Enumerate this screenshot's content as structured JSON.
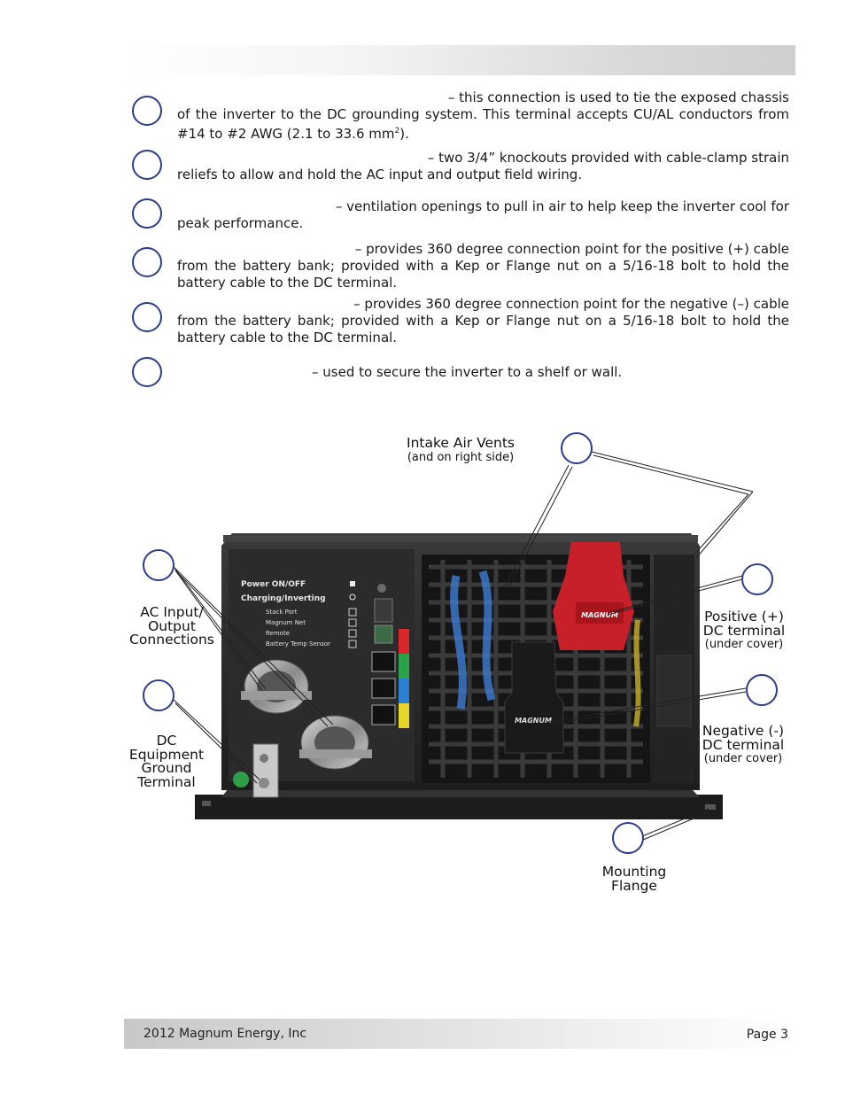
{
  "header": {
    "bar_color": "#d9d9d9"
  },
  "descriptions": [
    {
      "lead": "– this connection is used to tie the exposed chassis",
      "rest": "of the inverter to the DC grounding system. This terminal accepts CU/AL conductors from #14 to #2 AWG (2.1 to 33.6 mm",
      "sup": "2",
      "tail": ")."
    },
    {
      "lead": "– two 3/4” knockouts provided with cable-clamp strain",
      "rest": "reliefs to allow and hold the AC input and output field wiring."
    },
    {
      "lead": "– ventilation openings to pull in air to help keep the inverter cool for",
      "rest": "peak performance."
    },
    {
      "lead": "– provides 360 degree connection point for the positive (+) cable",
      "rest": "from the battery bank; provided with a Kep or Flange nut on a 5/16-18 bolt to hold the battery cable to the DC terminal."
    },
    {
      "lead": "– provides 360 degree connection point for the negative (–) cable",
      "rest": "from the battery bank; provided with a Kep or Flange nut on a 5/16-18 bolt to hold the battery cable to the DC terminal."
    },
    {
      "lead": "– used to secure the inverter to a shelf or wall.",
      "rest": ""
    }
  ],
  "figure_labels": {
    "intake": {
      "title": "Intake Air Vents",
      "sub": "(and on right side)"
    },
    "ac": {
      "line1": "AC Input/",
      "line2": "Output",
      "line3": "Connections"
    },
    "dc_ground": {
      "line1": "DC",
      "line2": "Equipment",
      "line3": "Ground",
      "line4": "Terminal"
    },
    "positive": {
      "line1": "Positive (+)",
      "line2": "DC terminal",
      "sub": "(under cover)"
    },
    "negative": {
      "line1": "Negative (-)",
      "line2": "DC terminal",
      "sub": "(under cover)"
    },
    "mounting": {
      "line1": "Mounting",
      "line2": "Flange"
    }
  },
  "panel_text": {
    "power": "Power ON/OFF",
    "charging": "Charging/Inverting",
    "stack": "Stack Port",
    "magnum_net": "Magnum Net",
    "remote": "Remote",
    "temp": "Battery Temp Sensor",
    "brand": "MAGNUM"
  },
  "footer": {
    "left": "2012 Magnum Energy, Inc",
    "right": "Page 3"
  },
  "colors": {
    "circle": "#2b3d8f",
    "cover_red": "#c8202a",
    "body_dark": "#2a2a2a"
  }
}
